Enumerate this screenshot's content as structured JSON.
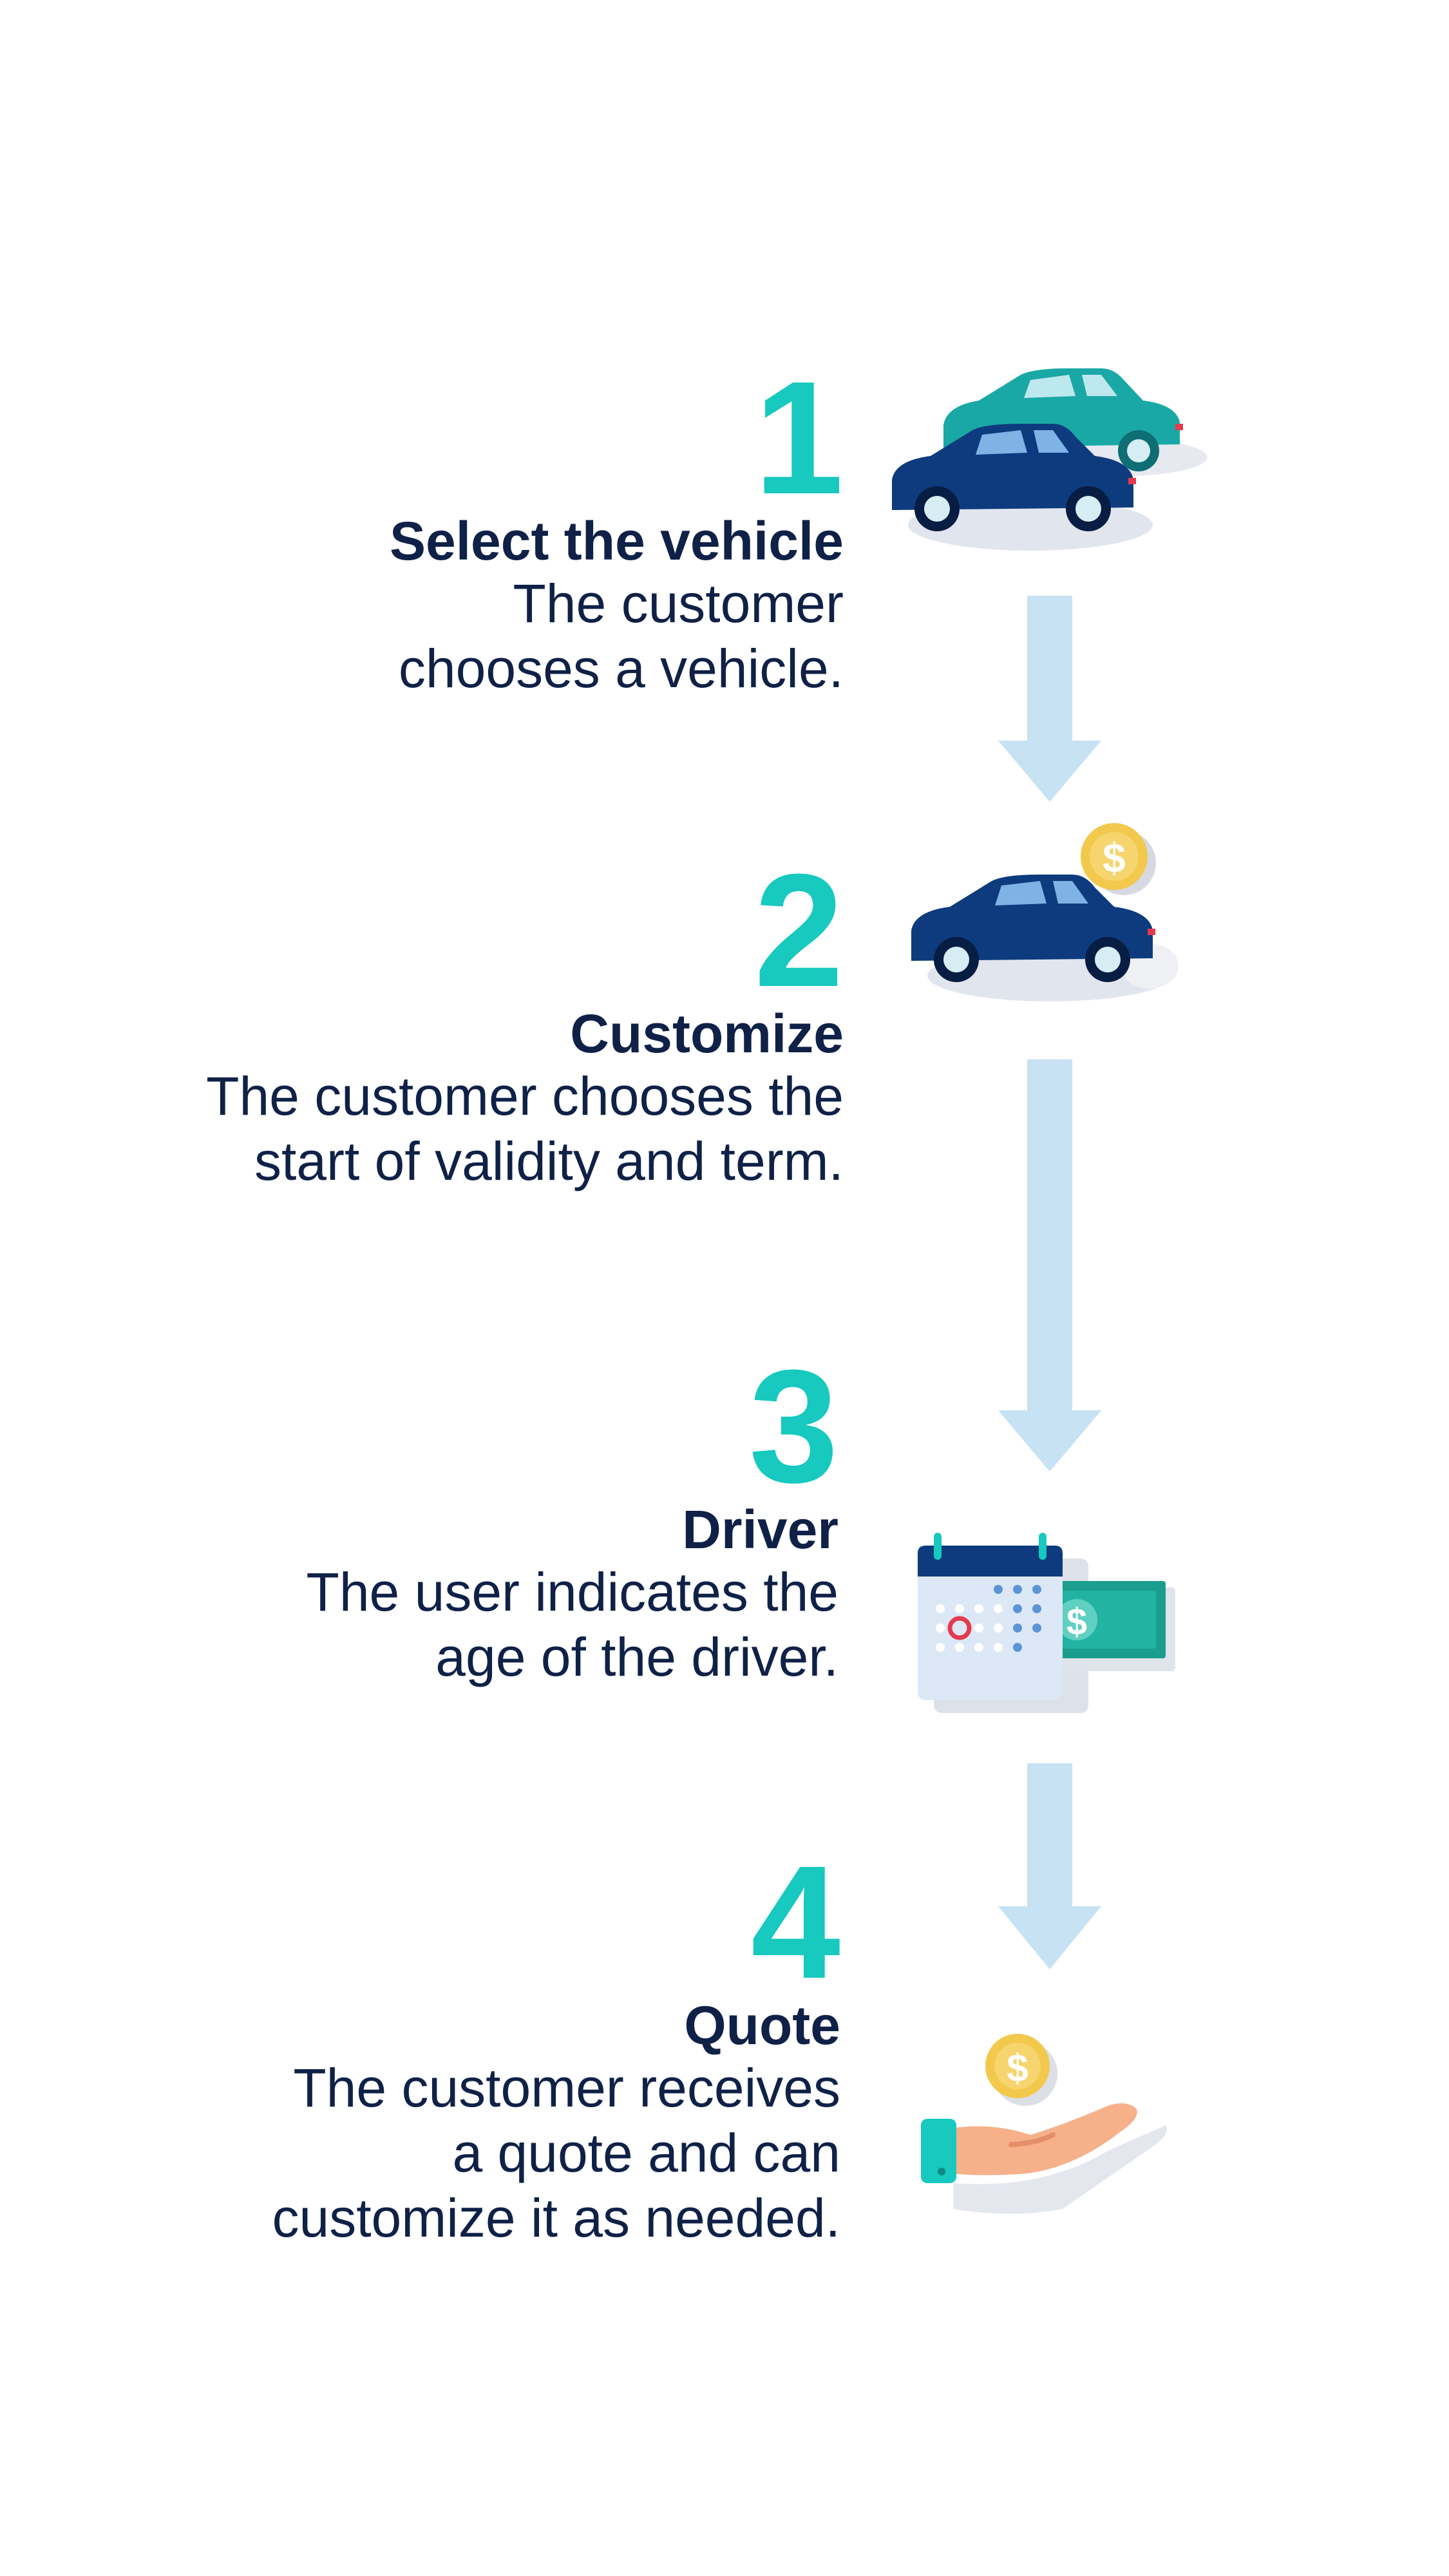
{
  "steps": [
    {
      "number": "1",
      "title": "Select the vehicle",
      "lines": [
        "The customer",
        "chooses a vehicle."
      ]
    },
    {
      "number": "2",
      "title": "Customize",
      "lines": [
        "The customer chooses the",
        "start of validity and term."
      ]
    },
    {
      "number": "3",
      "title": "Driver",
      "lines": [
        "The user indicates the",
        "age of the driver."
      ]
    },
    {
      "number": "4",
      "title": "Quote",
      "lines": [
        "The customer receives",
        "a quote and can",
        "customize it as needed."
      ]
    }
  ],
  "icons": {
    "step1": "two-cars-icon",
    "step2": "car-with-coin-icon",
    "step3": "calendar-with-money-icon",
    "step4": "hand-with-coin-icon"
  },
  "colors": {
    "number": "#17c9be",
    "text": "#0f2147",
    "arrow": "#c6e2f3",
    "car_dark": "#0d3b7e",
    "car_teal": "#1aa8a6",
    "coin": "#f2c94c",
    "money": "#1b9e8e"
  }
}
